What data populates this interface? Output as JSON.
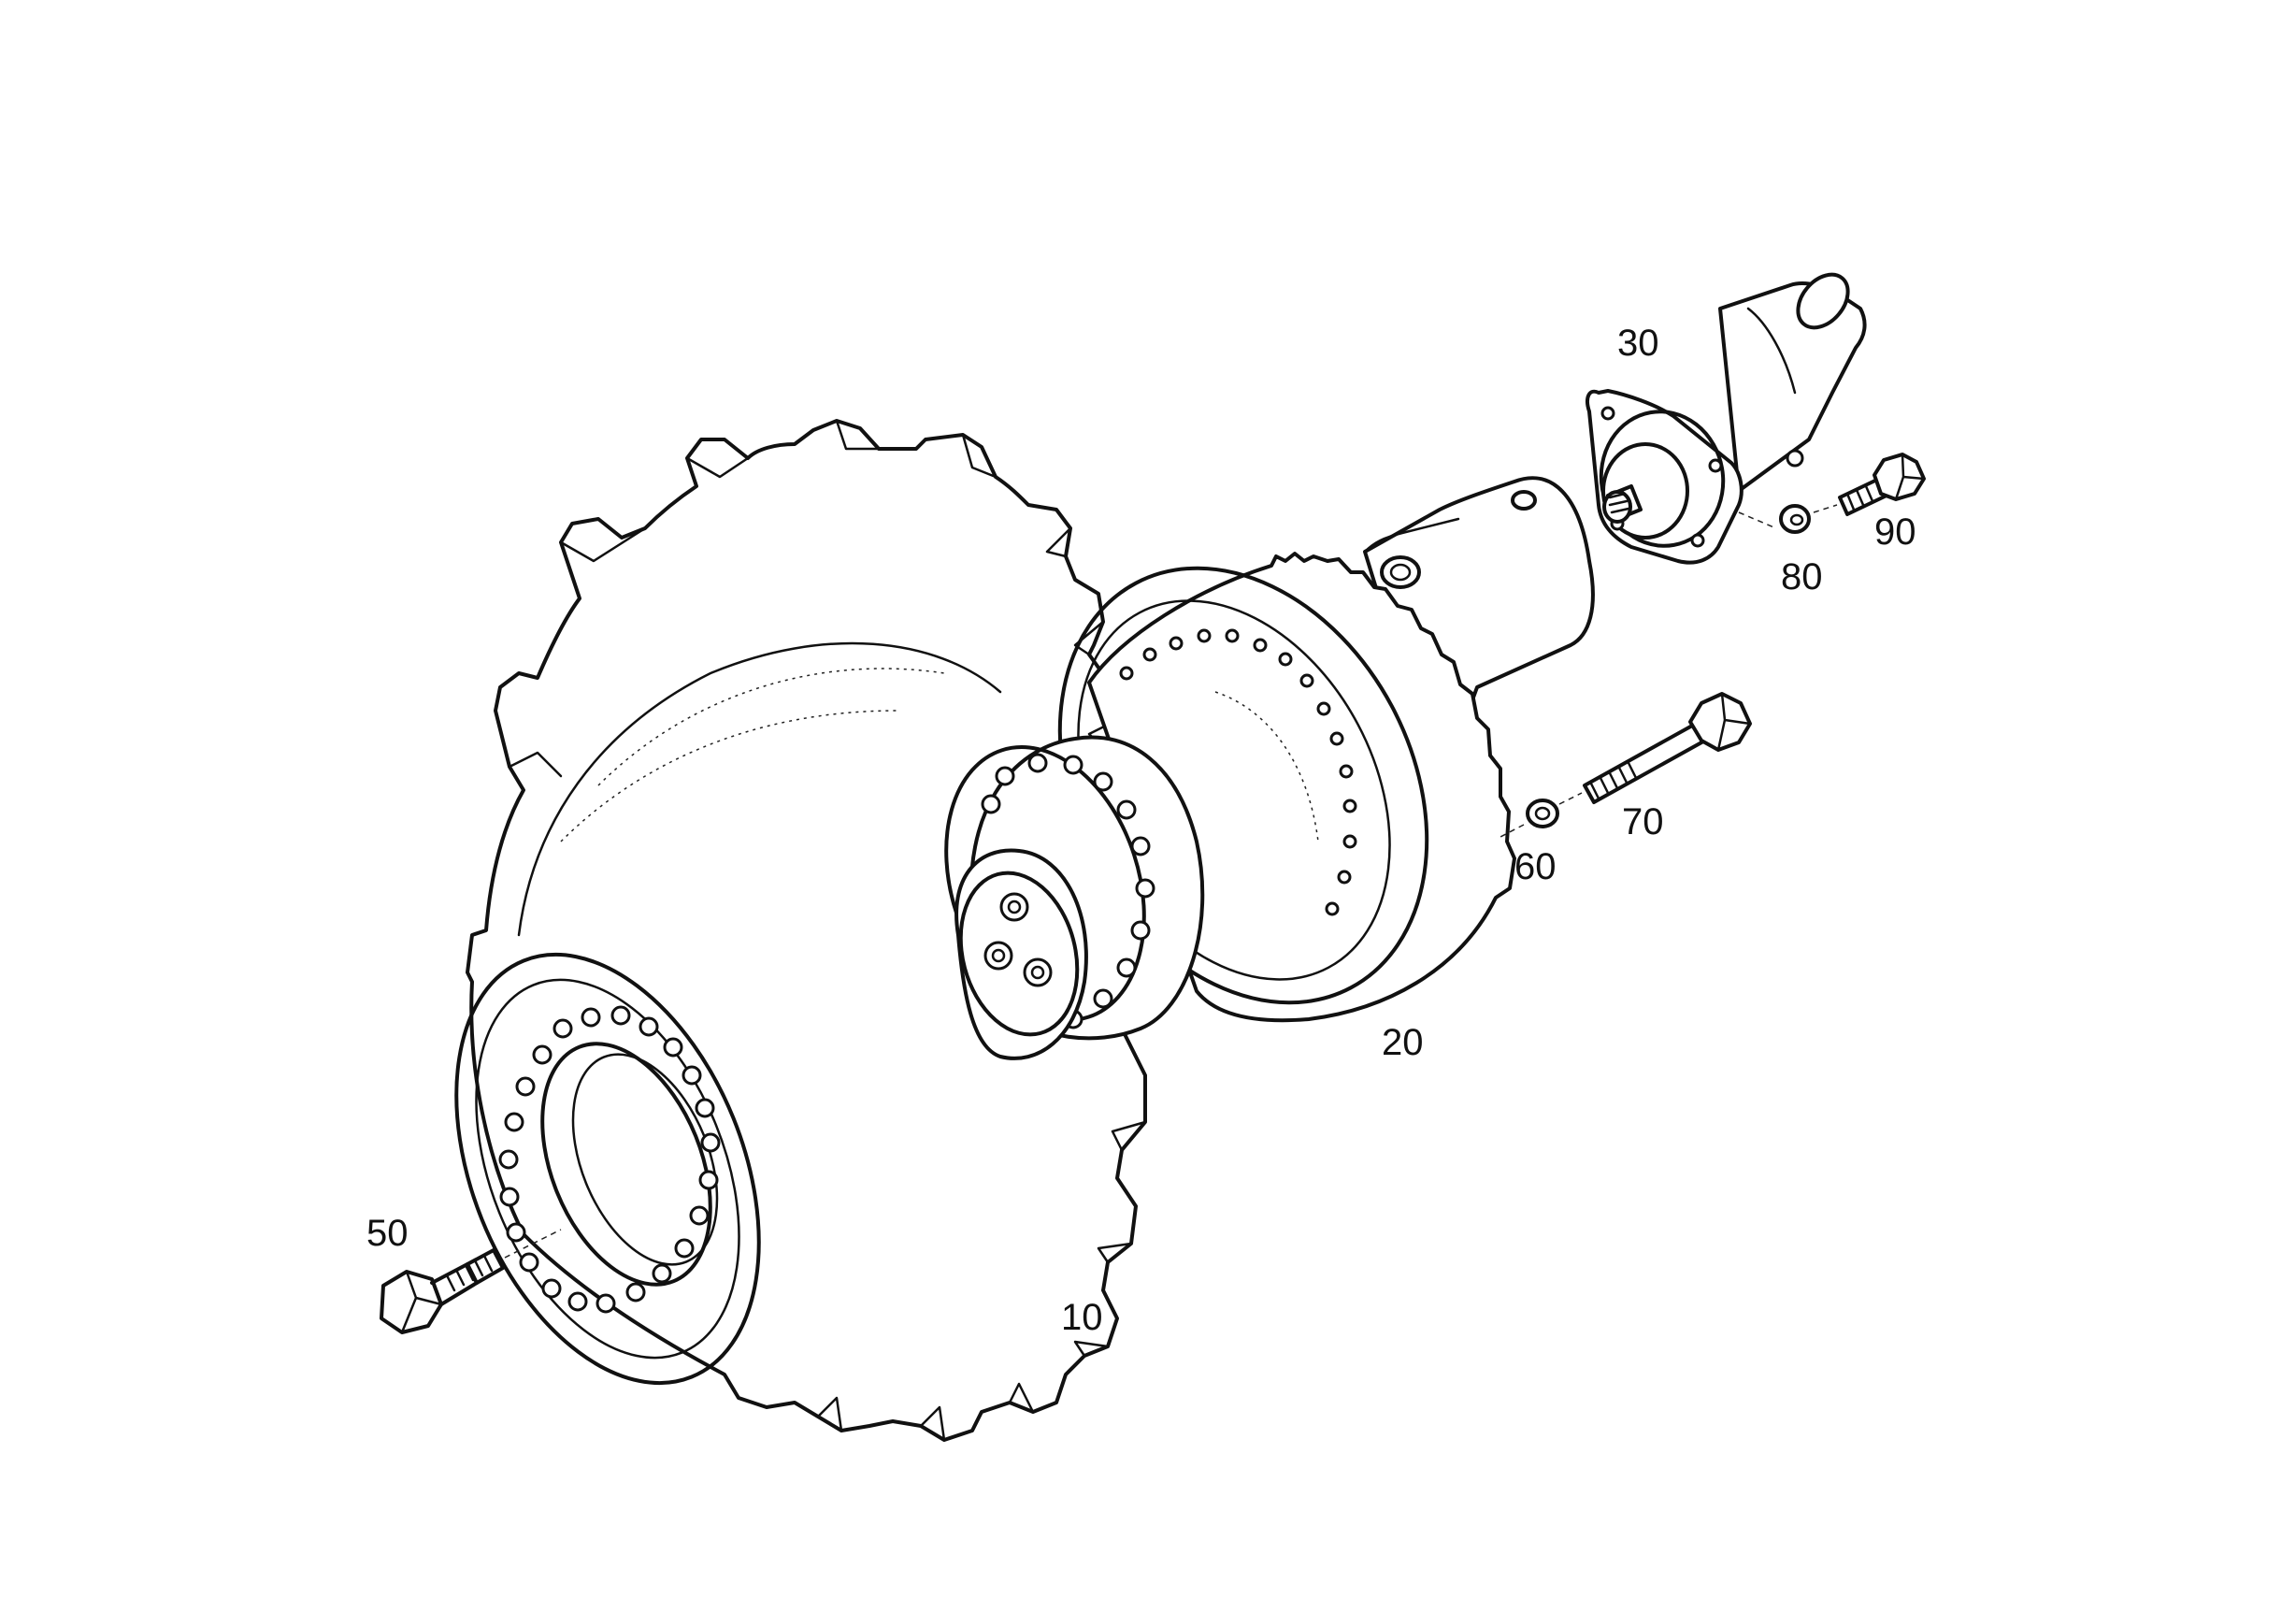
{
  "callouts": [
    {
      "id": "10",
      "label": "10"
    },
    {
      "id": "20",
      "label": "20"
    },
    {
      "id": "30",
      "label": "30"
    },
    {
      "id": "50",
      "label": "50"
    },
    {
      "id": "60",
      "label": "60"
    },
    {
      "id": "70",
      "label": "70"
    },
    {
      "id": "80",
      "label": "80"
    },
    {
      "id": "90",
      "label": "90"
    }
  ]
}
